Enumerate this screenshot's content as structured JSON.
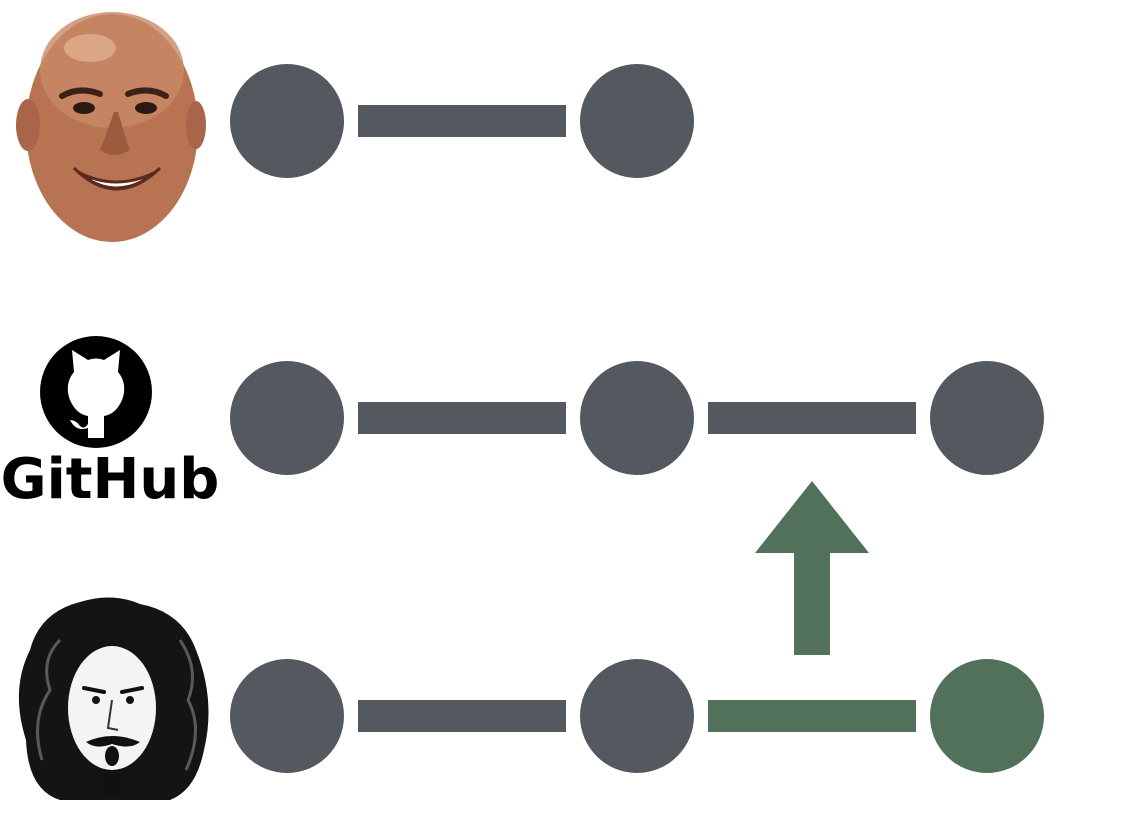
{
  "colors": {
    "node_default": "#545960",
    "node_new": "#52715a",
    "background": "#ffffff",
    "logo": "#000000"
  },
  "rows": [
    {
      "id": "local-rock",
      "avatar": "bald-man-face-photo",
      "nodes": [
        "commit",
        "commit"
      ],
      "new_node_indices": []
    },
    {
      "id": "github-remote",
      "avatar": "github-logo",
      "logo_text": "GitHub",
      "nodes": [
        "commit",
        "commit",
        "commit"
      ],
      "new_node_indices": []
    },
    {
      "id": "local-zappa",
      "avatar": "curly-hair-man-sketch",
      "nodes": [
        "commit",
        "commit",
        "commit"
      ],
      "new_node_indices": [
        2
      ]
    }
  ],
  "push_arrow": {
    "icon": "up-arrow-icon",
    "from_row": 2,
    "to_row": 1,
    "between_nodes": [
      1,
      2
    ]
  }
}
